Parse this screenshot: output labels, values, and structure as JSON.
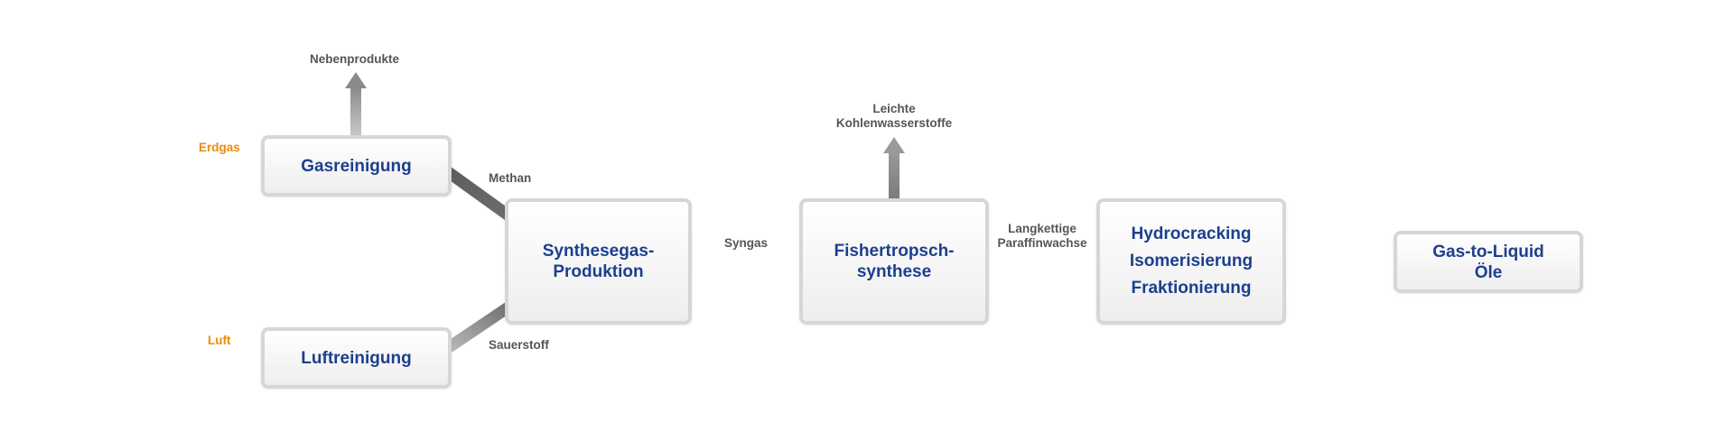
{
  "colors": {
    "box_text": "#1c3f8e",
    "label_text": "#555555",
    "input_accent": "#f08a0a",
    "arrow": "#707070"
  },
  "inputs": {
    "erdgas": "Erdgas",
    "luft": "Luft"
  },
  "boxes": {
    "gasreinigung": "Gasreinigung",
    "luftreinigung": "Luftreinigung",
    "synthesegas": [
      "Synthesegas-",
      "Produktion"
    ],
    "fischer_tropsch": [
      "Fishertropsch-",
      "synthese"
    ],
    "hydro": [
      "Hydrocracking",
      "Isomerisierung",
      "Fraktionierung"
    ],
    "gtl": [
      "Gas-to-Liquid",
      "Öle"
    ]
  },
  "labels": {
    "nebenprodukte": "Nebenprodukte",
    "methan": "Methan",
    "sauerstoff": "Sauerstoff",
    "syngas": "Syngas",
    "leichte": [
      "Leichte",
      "Kohlenwasserstoffe"
    ],
    "langkettige": [
      "Langkettige",
      "Paraffinwachse"
    ]
  }
}
